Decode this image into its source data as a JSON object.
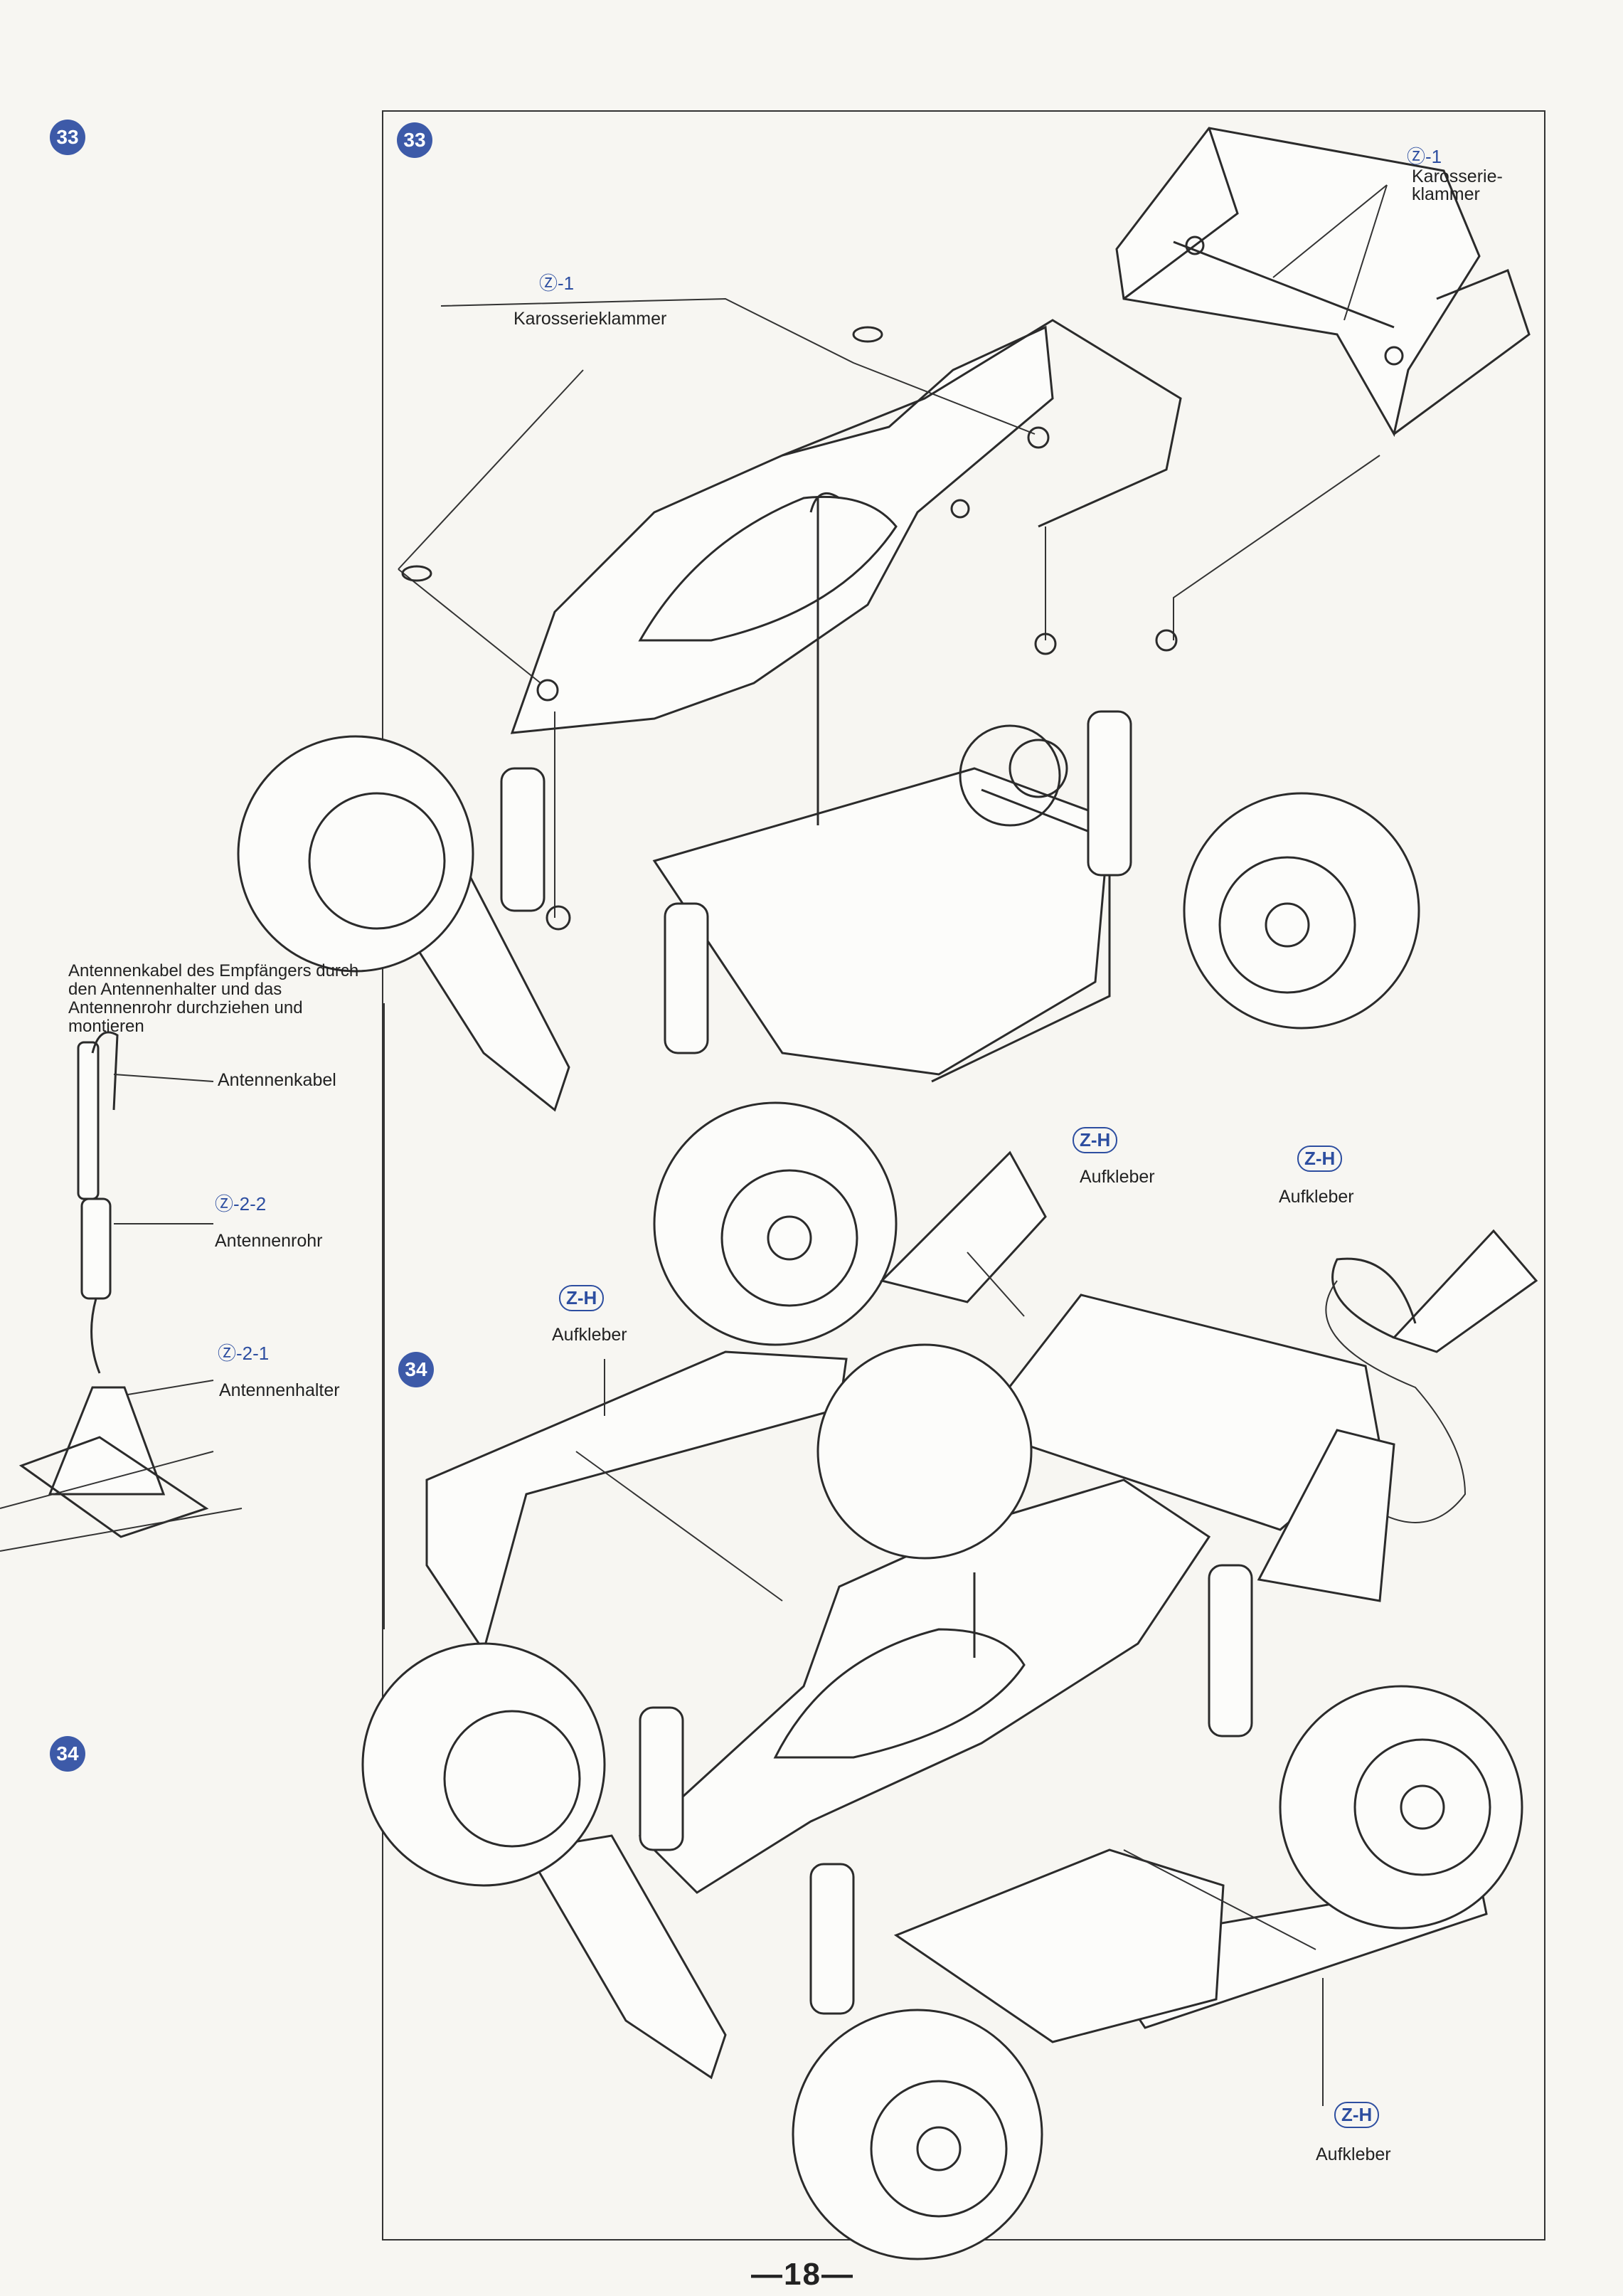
{
  "page_number": "—18—",
  "steps": {
    "step33": "33",
    "step34": "34"
  },
  "step33": {
    "part_clip_main": "Ⓩ-1",
    "label_clip_main": "Karosserieklammer",
    "part_clip_wing": "Ⓩ-1",
    "label_clip_wing": "Karosserie-\nklammer"
  },
  "antenna": {
    "instruction": "Antennenkabel des Empfängers durch den Antennenhalter und das Antennenrohr durchziehen und montieren",
    "label_cable": "Antennenkabel",
    "part_tube": "Ⓩ-2-2",
    "label_tube": "Antennenrohr",
    "part_holder": "Ⓩ-2-1",
    "label_holder": "Antennenhalter"
  },
  "step34": {
    "sticker_tag": "Z-H",
    "sticker_label": "Aufkleber"
  },
  "colors": {
    "accent_blue": "#3d5aa8",
    "ink": "#2b2b2b",
    "paper": "#f7f6f2"
  }
}
